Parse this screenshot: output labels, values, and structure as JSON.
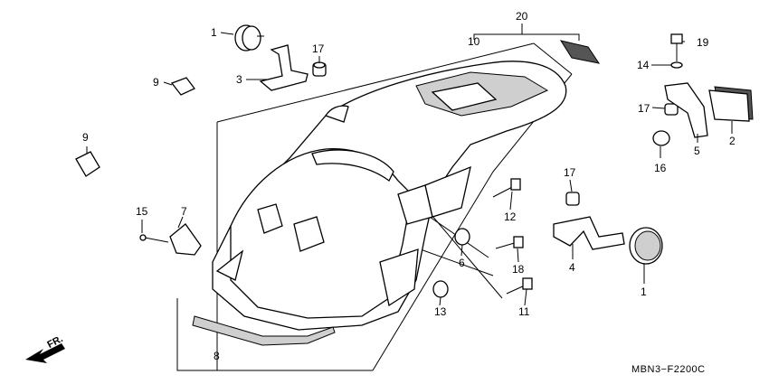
{
  "diagram_code": "MBN3−F2200C",
  "direction_label": "FR.",
  "callouts": {
    "c1_top": "1",
    "c1_bottom": "1",
    "c2": "2",
    "c3": "3",
    "c4": "4",
    "c5": "5",
    "c6": "6",
    "c7": "7",
    "c8": "8",
    "c9_upper": "9",
    "c9_lower": "9",
    "c10": "10",
    "c11": "11",
    "c12": "12",
    "c13": "13",
    "c14": "14",
    "c15": "15",
    "c16": "16",
    "c17_a": "17",
    "c17_b": "17",
    "c17_c": "17",
    "c18": "18",
    "c19": "19",
    "c20": "20"
  }
}
